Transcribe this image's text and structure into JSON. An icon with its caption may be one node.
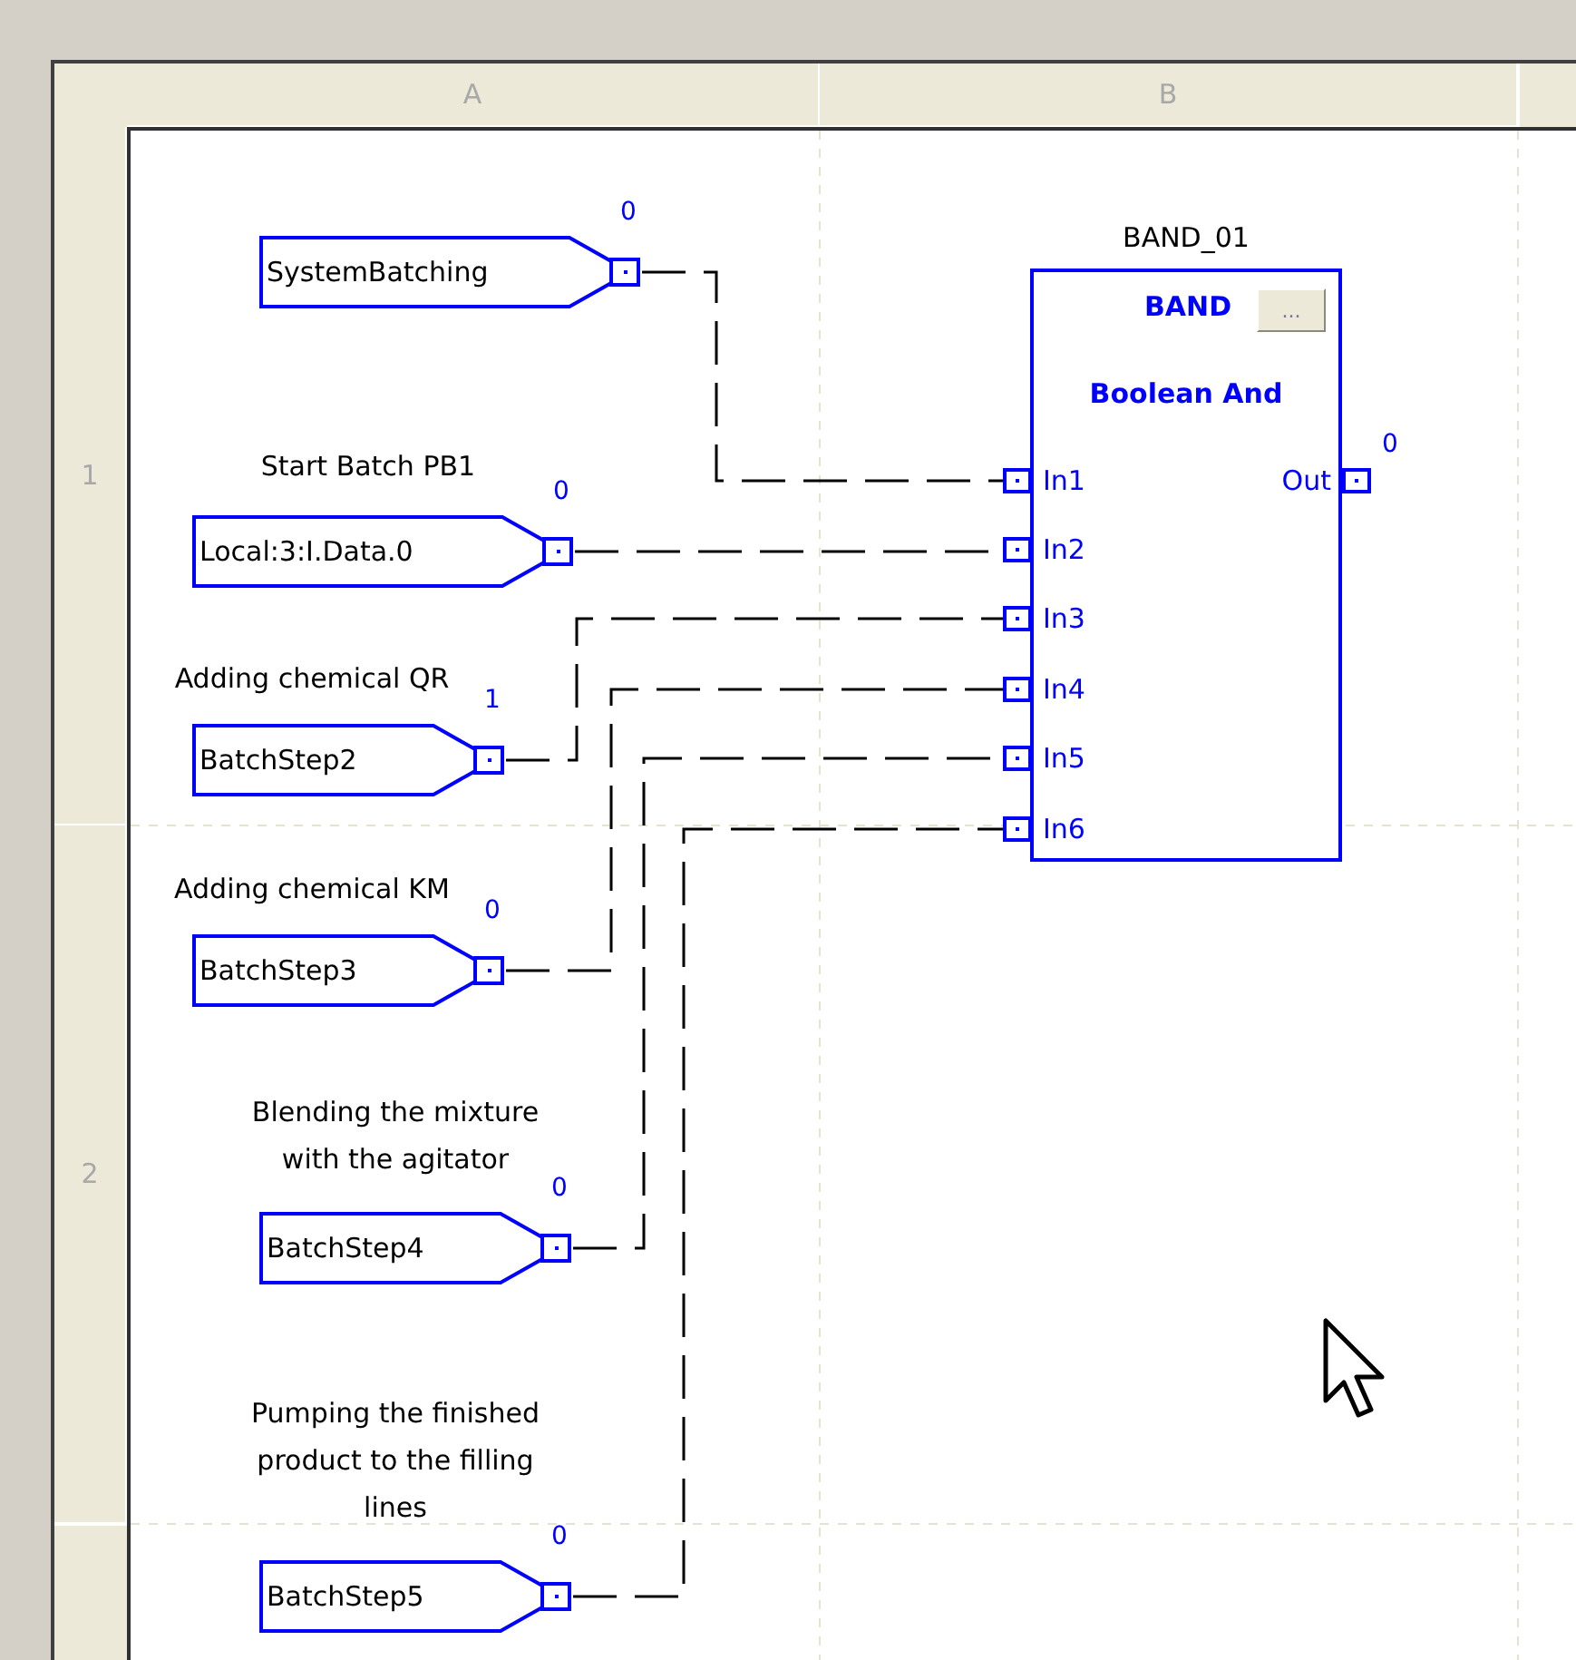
{
  "diagram": {
    "nodes": [
      {
        "text": [
          "SystemBatching"
        ],
        "beside": [
          "0"
        ]
      },
      {
        "text": [
          "Local:3:I.Data.0"
        ],
        "beside": [
          "Start Batch PB1",
          "0"
        ]
      },
      {
        "text": [
          "BatchStep2"
        ],
        "beside": [
          "Adding chemical QR",
          "1"
        ]
      },
      {
        "text": [
          "BatchStep3"
        ],
        "beside": [
          "Adding chemical KM",
          "0"
        ]
      },
      {
        "text": [
          "BatchStep4"
        ],
        "beside": [
          "Blending the mixture with the agitator",
          "0"
        ]
      },
      {
        "text": [
          "BatchStep5"
        ],
        "beside": [
          "Pumping the finished product to the filling lines",
          "0"
        ]
      },
      {
        "text": [
          "BAND_01",
          "BAND",
          "...",
          "Boolean And"
        ]
      },
      {
        "text": [
          "In1"
        ]
      },
      {
        "text": [
          "In2"
        ]
      },
      {
        "text": [
          "In3"
        ]
      },
      {
        "text": [
          "In4"
        ]
      },
      {
        "text": [
          "In5"
        ]
      },
      {
        "text": [
          "In6"
        ]
      },
      {
        "text": [
          "Out"
        ],
        "beside": [
          "0"
        ]
      }
    ],
    "edges": [
      {
        "from": 0,
        "to": 7,
        "arrow": "none",
        "style": "dashed"
      },
      {
        "from": 1,
        "to": 8,
        "arrow": "none",
        "style": "dashed"
      },
      {
        "from": 2,
        "to": 9,
        "arrow": "none",
        "style": "dashed"
      },
      {
        "from": 3,
        "to": 10,
        "arrow": "none",
        "style": "dashed"
      },
      {
        "from": 4,
        "to": 11,
        "arrow": "none",
        "style": "dashed"
      },
      {
        "from": 5,
        "to": 12,
        "arrow": "none",
        "style": "dashed"
      }
    ],
    "labels": [
      "A",
      "B",
      "1",
      "2"
    ]
  }
}
